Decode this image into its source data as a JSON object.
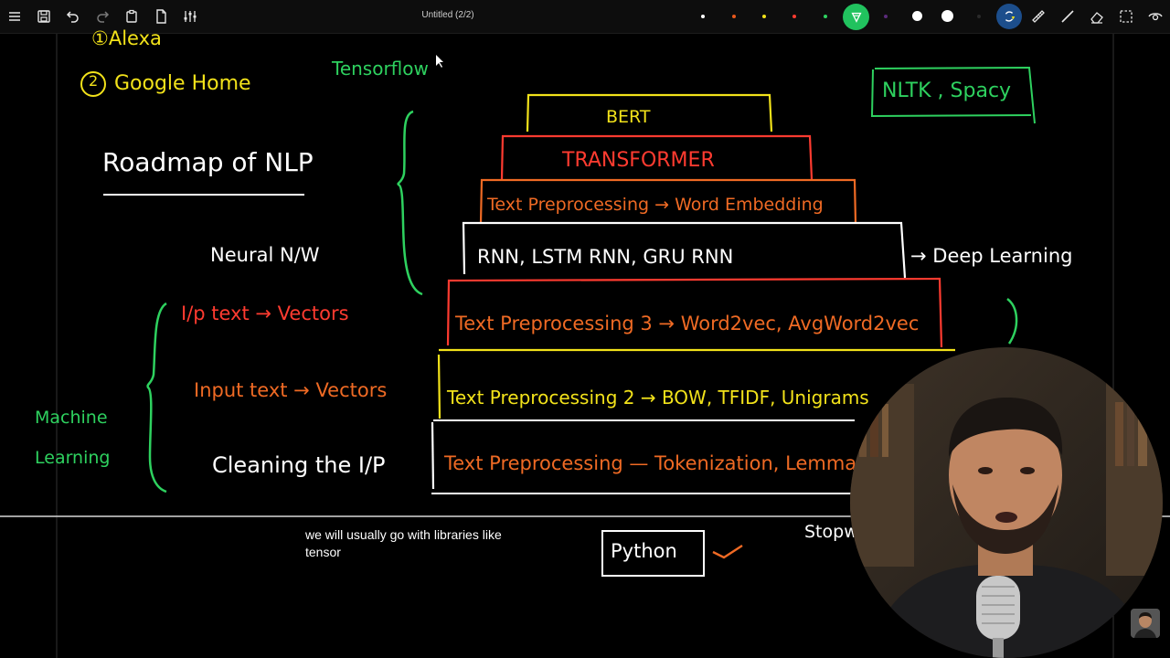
{
  "app": {
    "title": "Untitled (2/2)"
  },
  "toolbar": {
    "left_icons": [
      "menu-icon",
      "save-icon",
      "undo-icon",
      "redo-icon",
      "clipboard-icon",
      "new-page-icon",
      "settings-sliders-icon"
    ],
    "right_icons": [
      "sync-icon",
      "ruler-icon",
      "line-icon",
      "eraser-icon",
      "selection-icon",
      "view-icon"
    ],
    "palette": [
      "#ffffff",
      "#e8581c",
      "#f2e21a",
      "#ff3b30",
      "#2ed15f"
    ],
    "active_color": "#21c25e"
  },
  "board": {
    "alexa": "①Alexa",
    "google_home_num": "2",
    "google_home": "Google Home",
    "tensorflow": "Tensorflow",
    "nltk": "NLTK , Spacy",
    "roadmap_title": "Roadmap of NLP",
    "neural_nw": "Neural N/W",
    "deep_learning": "→ Deep Learning",
    "machine_learning": "Machine Learning",
    "layers": {
      "bert": "BERT",
      "transformer": "TRANSFORMER",
      "embedding": "Text Preprocessing → Word Embedding",
      "rnn": "RNN, LSTM RNN, GRU RNN",
      "tp3": "Text Preprocessing 3 → Word2vec, AvgWord2vec",
      "tp2": "Text Preprocessing 2 → BOW, TFIDF, Unigrams",
      "tp1": "Text Preprocessing — Tokenization, Lemmatization"
    },
    "left_labels": {
      "ip_text": "I/p text → Vectors",
      "input_text": "Input text → Vectors",
      "cleaning": "Cleaning the I/P"
    },
    "python": "Python",
    "stopwords": "Stopw"
  },
  "caption": {
    "line1": "we will usually go with libraries like",
    "line2": "tensor"
  },
  "colors": {
    "yellow": "#f2e21a",
    "red": "#ff3b30",
    "orange": "#ef6a24",
    "green": "#2ed15f",
    "white": "#ffffff"
  }
}
